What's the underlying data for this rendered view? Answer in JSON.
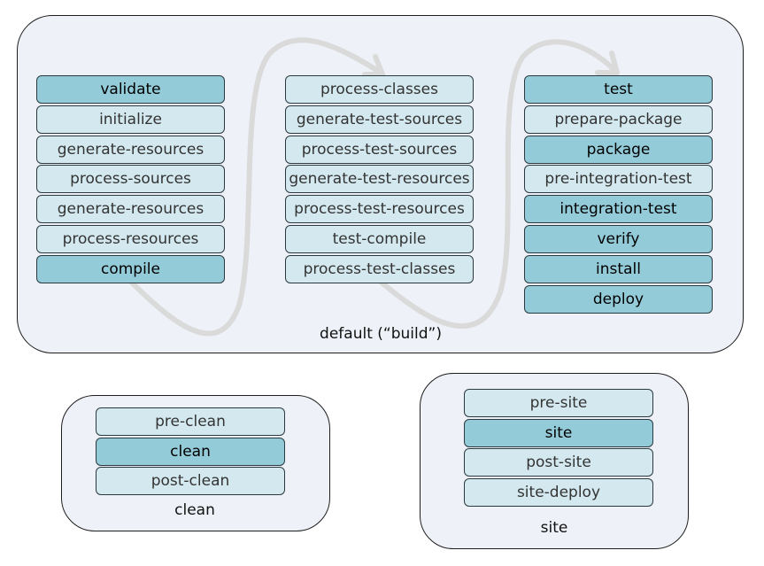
{
  "colors": {
    "panel_bg": "#eef1f7",
    "phase_light": "#d4e9ef",
    "phase_dark": "#93cbd9",
    "arrow": "#dcdcdc"
  },
  "default_lifecycle": {
    "label": "default (“build”)",
    "columns": [
      [
        {
          "label": "validate",
          "style": "dark"
        },
        {
          "label": "initialize",
          "style": "light"
        },
        {
          "label": "generate-resources",
          "style": "light"
        },
        {
          "label": "process-sources",
          "style": "light"
        },
        {
          "label": "generate-resources",
          "style": "light"
        },
        {
          "label": "process-resources",
          "style": "light"
        },
        {
          "label": "compile",
          "style": "dark"
        }
      ],
      [
        {
          "label": "process-classes",
          "style": "light"
        },
        {
          "label": "generate-test-sources",
          "style": "light"
        },
        {
          "label": "process-test-sources",
          "style": "light"
        },
        {
          "label": "generate-test-resources",
          "style": "light"
        },
        {
          "label": "process-test-resources",
          "style": "light"
        },
        {
          "label": "test-compile",
          "style": "light"
        },
        {
          "label": "process-test-classes",
          "style": "light"
        }
      ],
      [
        {
          "label": "test",
          "style": "dark"
        },
        {
          "label": "prepare-package",
          "style": "light"
        },
        {
          "label": "package",
          "style": "dark"
        },
        {
          "label": "pre-integration-test",
          "style": "light"
        },
        {
          "label": "integration-test",
          "style": "dark"
        },
        {
          "label": "verify",
          "style": "dark"
        },
        {
          "label": "install",
          "style": "dark"
        },
        {
          "label": "deploy",
          "style": "dark"
        }
      ]
    ]
  },
  "clean_lifecycle": {
    "label": "clean",
    "phases": [
      {
        "label": "pre-clean",
        "style": "light"
      },
      {
        "label": "clean",
        "style": "dark"
      },
      {
        "label": "post-clean",
        "style": "light"
      }
    ]
  },
  "site_lifecycle": {
    "label": "site",
    "phases": [
      {
        "label": "pre-site",
        "style": "light"
      },
      {
        "label": "site",
        "style": "dark"
      },
      {
        "label": "post-site",
        "style": "light"
      },
      {
        "label": "site-deploy",
        "style": "light"
      }
    ]
  }
}
